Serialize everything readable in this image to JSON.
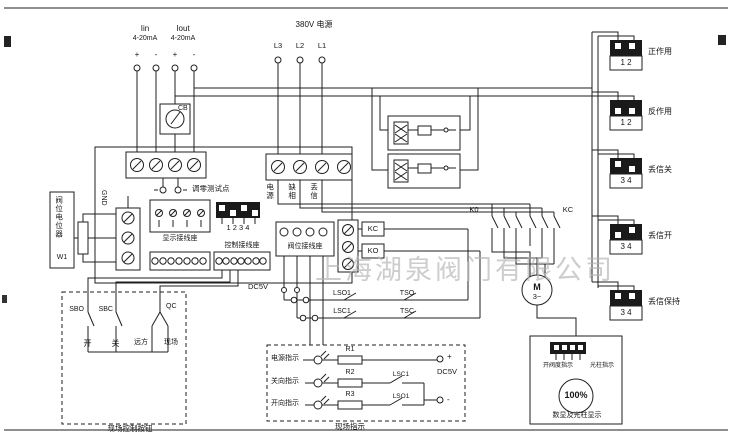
{
  "watermark": "上海湖泉阀门有限公司",
  "signal": {
    "iin": "Iin",
    "iin_range": "4-20mA",
    "iout": "Iout",
    "iout_range": "4-20mA",
    "pol": [
      "+",
      "-",
      "+",
      "-"
    ],
    "cb": "CB",
    "zero_test": "调零测试点"
  },
  "power": {
    "title": "380V 电源",
    "phases": [
      "L3",
      "L2",
      "L1"
    ],
    "status": [
      "电源",
      "缺相",
      "丢信"
    ]
  },
  "dip": [
    {
      "label": "正作用",
      "pins": "1 2"
    },
    {
      "label": "反作用",
      "pins": "1 2"
    },
    {
      "label": "丢信关",
      "pins": "3 4"
    },
    {
      "label": "丢信开",
      "pins": "3 4"
    },
    {
      "label": "丢信保持",
      "pins": "3 4"
    }
  ],
  "left": {
    "pot": "阀位电位器",
    "w1": "W1",
    "gnd": "GND"
  },
  "board": {
    "display_block": "显示接线座",
    "control_block": "控制接线座",
    "control_pins": "1 2 3 4",
    "position_block": "阀位接线座",
    "kc": "KC",
    "ko": "KO",
    "dc5v": "DC5V"
  },
  "contactor": {
    "k0": "K0",
    "kc": "KC",
    "motor": "M",
    "phase": "3~"
  },
  "switch_rows": {
    "lso1": "LSO1",
    "tso": "TSO",
    "lsc1": "LSC1",
    "tsc": "TSC"
  },
  "field_control": {
    "sbo": "SBO",
    "sbc": "SBC",
    "open": "开",
    "close": "关",
    "qc": "QC",
    "remote": "远方",
    "local": "现场",
    "caption": "现场控制按钮"
  },
  "indication": {
    "rows": [
      {
        "label": "电源指示",
        "r": "R1"
      },
      {
        "label": "关向指示",
        "r": "R2",
        "sw": "LSC1"
      },
      {
        "label": "开向指示",
        "r": "R3",
        "sw": "LSO1"
      }
    ],
    "plus": "+",
    "minus": "-",
    "dc5v": "DC5V",
    "caption": "现场指示"
  },
  "display_head": {
    "line1": "开阀度指示",
    "line2": "光柱指示",
    "percent": "100%",
    "caption": "数显及光柱显示"
  }
}
